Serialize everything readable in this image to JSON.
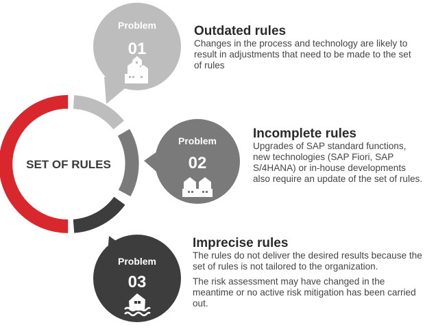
{
  "center": {
    "label": "SET OF RULES"
  },
  "problems": [
    {
      "badge": "Problem",
      "number": "01",
      "icon": "buildings-icon",
      "color": "#bdbdbd",
      "title": "Outdated rules",
      "paragraphs": [
        "Changes in the process and technology are likely to result in adjustments that need to be made to the set of rules"
      ]
    },
    {
      "badge": "Problem",
      "number": "02",
      "icon": "houses-icon",
      "color": "#7a7a7a",
      "title": "Incomplete rules",
      "paragraphs": [
        "Upgrades of SAP standard functions, new technologies (SAP Fiori, SAP S/4HANA) or in-house developments also require an update of the set of rules."
      ]
    },
    {
      "badge": "Problem",
      "number": "03",
      "icon": "flooded-house-icon",
      "color": "#3d3d3d",
      "title": "Imprecise rules",
      "paragraphs": [
        "The rules do not deliver the desired results because the set of rules is not tailored to the organization.",
        "The risk assessment may have changed in the meantime or no active risk mitigation has been carried out."
      ]
    }
  ],
  "colors": {
    "ring_red": "#d9272e",
    "ring_light": "#bdbdbd",
    "ring_mid": "#7a7a7a",
    "ring_dark": "#3d3d3d"
  }
}
